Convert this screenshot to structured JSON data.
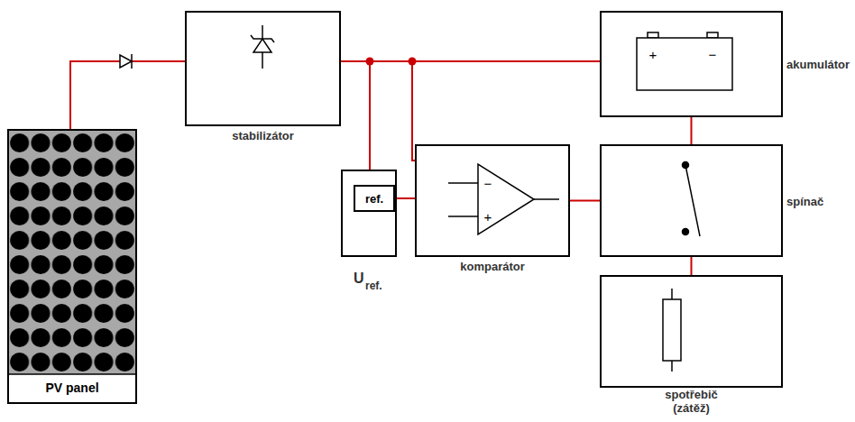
{
  "diagram": {
    "nodes": [
      {
        "text": [
          "PV panel"
        ]
      },
      {
        "text": [
          "stabilizátor"
        ]
      },
      {
        "text": [
          "akumulátor"
        ]
      },
      {
        "text": [
          "U",
          "ref."
        ]
      },
      {
        "text": [
          "ref."
        ],
        "in": 3
      },
      {
        "text": [
          "komparátor"
        ]
      },
      {
        "text": [
          "spínač"
        ]
      },
      {
        "text": [
          "spotřebič (zátěž)"
        ]
      }
    ],
    "edges": [
      {
        "from": 0,
        "to": 1,
        "arrow": "none"
      },
      {
        "from": 1,
        "to": 2,
        "arrow": "none"
      },
      {
        "from": 1,
        "to": 3,
        "arrow": "none"
      },
      {
        "from": 1,
        "to": 5,
        "arrow": "none"
      },
      {
        "from": 4,
        "to": 5,
        "arrow": "none"
      },
      {
        "from": 5,
        "to": 6,
        "arrow": "none"
      },
      {
        "from": 2,
        "to": 6,
        "arrow": "none"
      },
      {
        "from": 6,
        "to": 7,
        "arrow": "none"
      }
    ],
    "labels": [
      "−",
      "+",
      "+",
      "−"
    ]
  }
}
